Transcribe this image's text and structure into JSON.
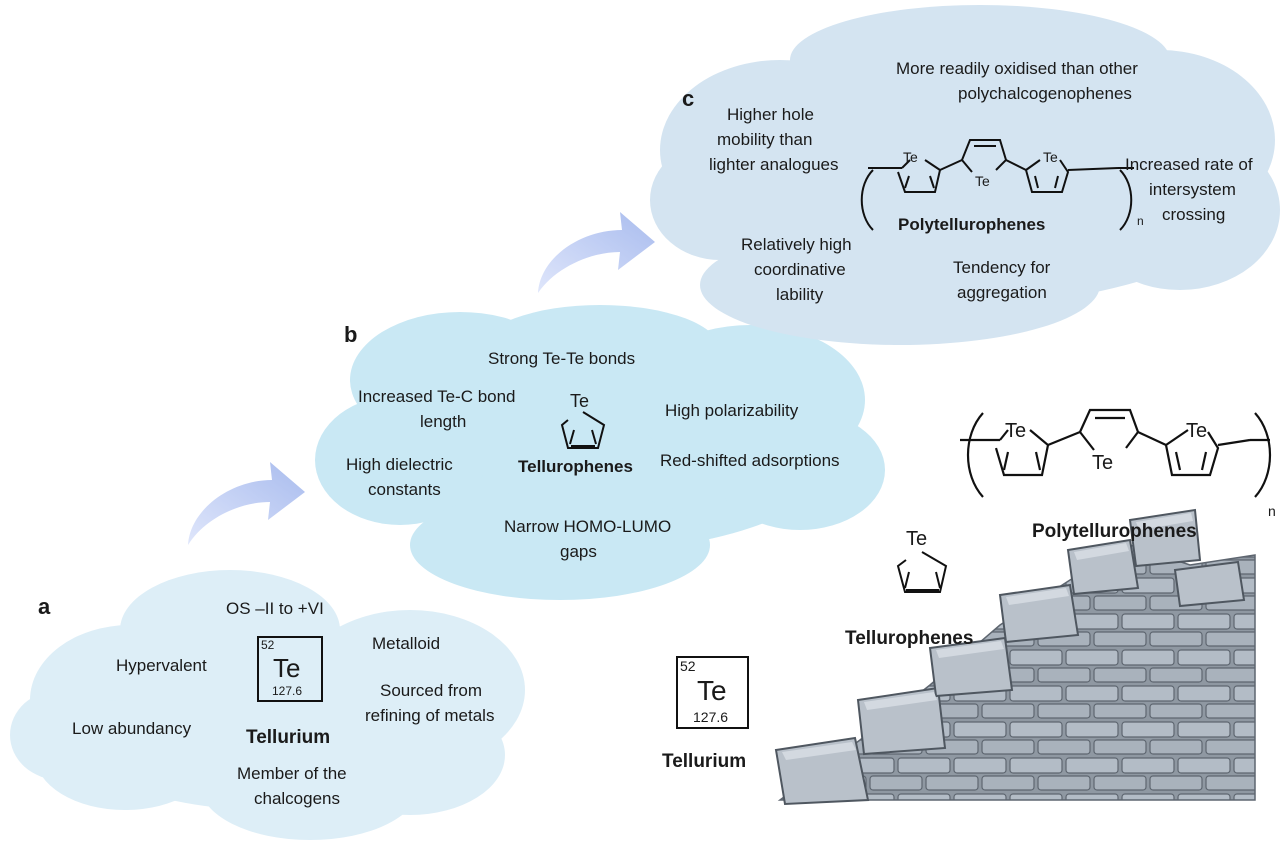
{
  "panels": {
    "a": {
      "label": "a",
      "items": [
        "OS –II to +VI",
        "Hypervalent",
        "Metalloid",
        "Sourced from",
        "refining of metals",
        "Low abundancy",
        "Member of the",
        "chalcogens"
      ],
      "element": {
        "number": "52",
        "symbol": "Te",
        "mass": "127.6",
        "name": "Tellurium"
      }
    },
    "b": {
      "label": "b",
      "items": [
        "Strong Te-Te bonds",
        "Increased Te-C bond",
        "length",
        "High polarizability",
        "High dielectric",
        "constants",
        "Red-shifted adsorptions",
        "Narrow HOMO-LUMO",
        "gaps"
      ],
      "molecule": {
        "atom": "Te",
        "name": "Tellurophenes"
      }
    },
    "c": {
      "label": "c",
      "items": [
        "More readily oxidised than other",
        "polychalcogenophenes",
        "Higher hole",
        "mobility than",
        "lighter analogues",
        "Increased rate of",
        "intersystem",
        "crossing",
        "Relatively high",
        "coordinative",
        "lability",
        "Tendency for",
        "aggregation"
      ],
      "polymer": {
        "atom": "Te",
        "subscript": "n",
        "name": "Polytellurophenes"
      }
    }
  },
  "staircase": {
    "element": {
      "number": "52",
      "symbol": "Te",
      "mass": "127.6",
      "name": "Tellurium"
    },
    "monomer": {
      "atom": "Te",
      "name": "Tellurophenes"
    },
    "polymer": {
      "atom": "Te",
      "subscript": "n",
      "name": "Polytellurophenes"
    }
  },
  "colors": {
    "cloud_a": "#ddeef7",
    "cloud_b": "#c9e8f4",
    "cloud_c": "#d4e4f1",
    "arrow": "#b8c8f0",
    "stone": "#a7b0ba",
    "stone_dark": "#5e6670",
    "mortar": "#8f98a2"
  }
}
